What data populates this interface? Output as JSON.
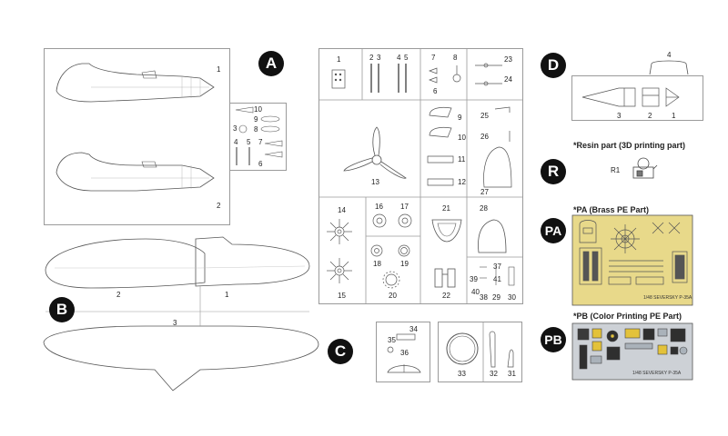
{
  "sprues": {
    "A": {
      "letter": "A",
      "numbers": [
        "1",
        "2",
        "10",
        "9",
        "8",
        "3",
        "4",
        "5",
        "7",
        "6"
      ]
    },
    "B": {
      "letter": "B",
      "numbers": [
        "2",
        "1",
        "3"
      ]
    },
    "C": {
      "letter": "C",
      "numbers": [
        "34",
        "35",
        "36",
        "33",
        "32",
        "31"
      ]
    },
    "D": {
      "letter": "D",
      "numbers": [
        "4",
        "3",
        "2",
        "1"
      ]
    },
    "main": {
      "numbers": [
        "1",
        "2",
        "3",
        "4",
        "5",
        "7",
        "8",
        "6",
        "23",
        "24",
        "13",
        "9",
        "10",
        "11",
        "12",
        "25",
        "26",
        "27",
        "14",
        "16",
        "17",
        "18",
        "19",
        "20",
        "15",
        "21",
        "22",
        "28",
        "37",
        "39",
        "41",
        "40",
        "38",
        "29",
        "30"
      ]
    }
  },
  "resin": {
    "caption": "*Resin part (3D printing part)",
    "letter": "R",
    "part": "R1"
  },
  "pa": {
    "caption": "*PA (Brass PE Part)",
    "letter": "PA",
    "sheet_label": "1/48 SEVERSKY P-35A",
    "color": "#e8d98a"
  },
  "pb": {
    "caption": "*PB (Color Printing PE Part)",
    "letter": "PB",
    "sheet_label": "1/48 SEVERSKY P-35A",
    "color": "#cdd1d6"
  }
}
